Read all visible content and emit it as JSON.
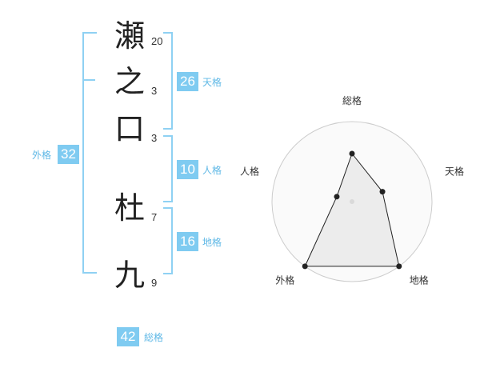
{
  "name": {
    "characters": [
      {
        "char": "瀬",
        "strokes": "20"
      },
      {
        "char": "之",
        "strokes": "3"
      },
      {
        "char": "口",
        "strokes": "3"
      },
      {
        "char": "杜",
        "strokes": "7"
      },
      {
        "char": "九",
        "strokes": "9"
      }
    ]
  },
  "fortune": {
    "tenkaku": {
      "value": "26",
      "label": "天格"
    },
    "jinkaku": {
      "value": "10",
      "label": "人格"
    },
    "chikaku": {
      "value": "16",
      "label": "地格"
    },
    "gaikaku": {
      "value": "32",
      "label": "外格"
    },
    "soukaku": {
      "value": "42",
      "label": "総格"
    }
  },
  "chart_data": {
    "type": "radar",
    "axes": [
      "総格",
      "天格",
      "地格",
      "外格",
      "人格"
    ],
    "values": [
      3,
      2,
      5,
      5,
      1
    ],
    "max": 5,
    "rings": 5,
    "colors": {
      "fill": "#e6e6e6",
      "line": "#222222",
      "grid": "#cccccc",
      "center": "#bbbbbb"
    }
  }
}
